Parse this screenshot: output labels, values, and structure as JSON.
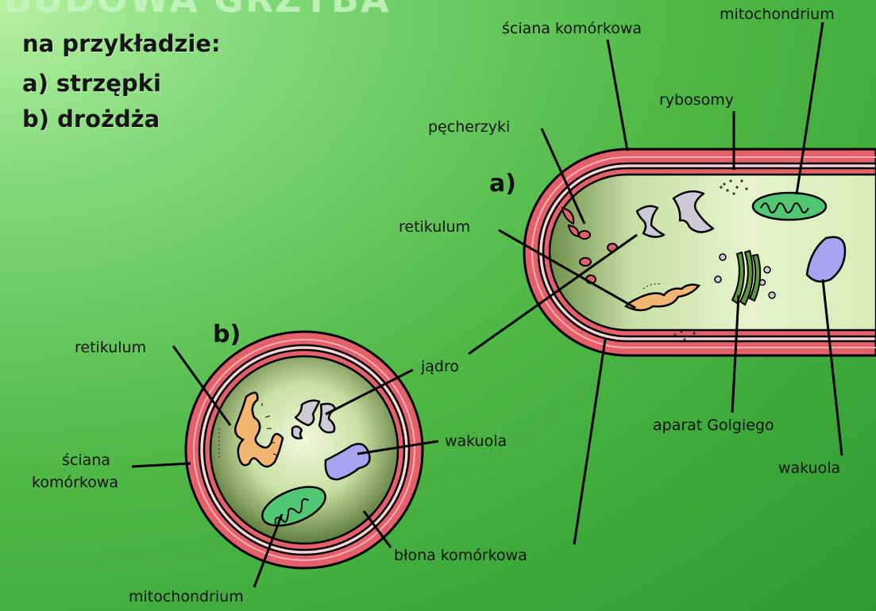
{
  "heading": "BUDOWA GRZYBA",
  "intro": {
    "line1": "na przykładzie:",
    "line2": "a) strzępki",
    "line3": "b) drożdża"
  },
  "markers": {
    "a": "a)",
    "b": "b)"
  },
  "labels_a": {
    "sciana": "ściana komórkowa",
    "mitochondrium": "mitochondrium",
    "rybosomy": "rybosomy",
    "pecherzyki": "pęcherzyki",
    "retikulum": "retikulum",
    "jadro": "jądro",
    "golgi": "aparat Golgiego",
    "wakuola": "wakuola",
    "blona": "błona komórkowa"
  },
  "labels_b": {
    "retikulum": "retikulum",
    "sciana_line1": "ściana",
    "sciana_line2": "komórkowa",
    "wakuola": "wakuola",
    "mitochondrium": "mitochondrium"
  },
  "colors": {
    "wall": "#e4606a",
    "membrane": "#e4606a",
    "cytoplasm_light": "#e2f1c5",
    "cytoplasm_dark": "#5f7f40",
    "vacuole": "#a6a3ef",
    "mitochondrion": "#51c773",
    "reticulum": "#f3b572",
    "golgi": "#5e9b3a",
    "nucleus": "#cfcad6"
  }
}
